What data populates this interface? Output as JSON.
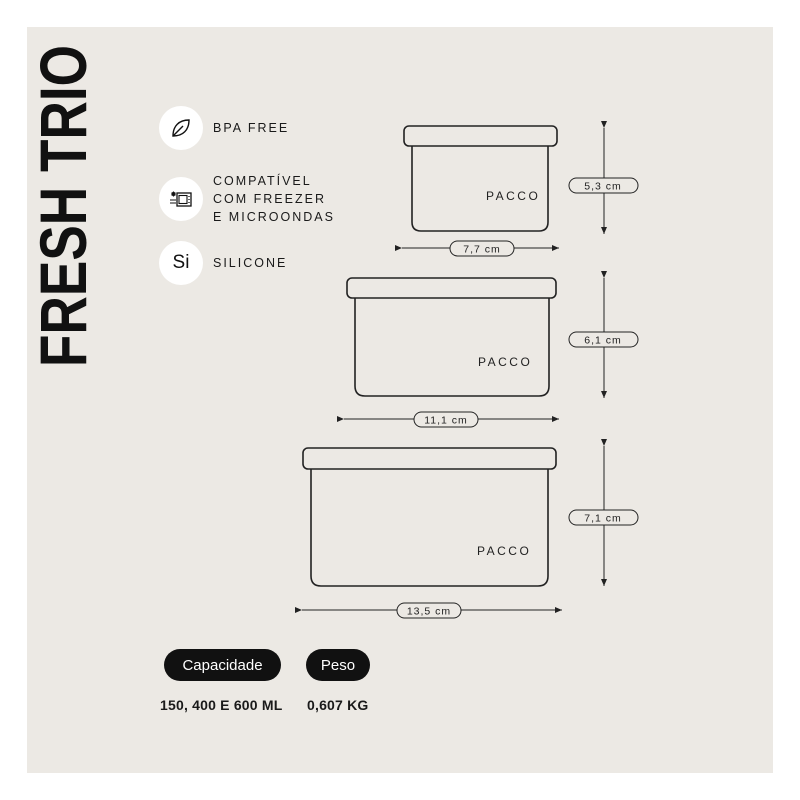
{
  "title": "FRESH TRIO",
  "features": [
    {
      "icon": "leaf-icon",
      "label": "BPA FREE"
    },
    {
      "icon": "microwave-freezer-icon",
      "label": "COMPATÍVEL\nCOM FREEZER\nE MICROONDAS"
    },
    {
      "icon": "silicone-icon",
      "symbol": "Si",
      "label": "SILICONE"
    }
  ],
  "containers": [
    {
      "brand": "PACCO",
      "width": "7,7 cm",
      "height": "5,3 cm"
    },
    {
      "brand": "PACCO",
      "width": "11,1 cm",
      "height": "6,1 cm"
    },
    {
      "brand": "PACCO",
      "width": "13,5 cm",
      "height": "7,1 cm"
    }
  ],
  "specs": [
    {
      "label": "Capacidade",
      "value": "150, 400 E 600 ML"
    },
    {
      "label": "Peso",
      "value": "0,607 KG"
    }
  ],
  "colors": {
    "background": "#ece9e4",
    "ink": "#111111",
    "badge": "#ffffff"
  }
}
